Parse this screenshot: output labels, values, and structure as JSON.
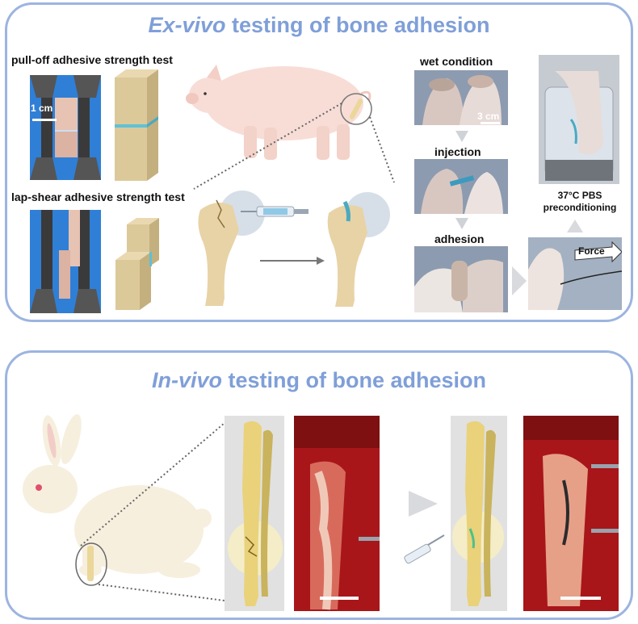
{
  "exvivo": {
    "title_italic": "Ex-vivo",
    "title_rest": " testing of bone adhesion",
    "pull_off_label": "pull-off adhesive strength test",
    "lap_shear_label": "lap-shear adhesive strength test",
    "scale_1cm": "1 cm",
    "scale_3cm": "3 cm",
    "wet_label": "wet condition",
    "injection_label": "injection",
    "adhesion_label": "adhesion",
    "pbs_label_line1": "37°C PBS",
    "pbs_label_line2": "preconditioning",
    "force_label": "Force"
  },
  "invivo": {
    "title_italic": "In-vivo",
    "title_rest": " testing of bone adhesion"
  },
  "colors": {
    "frame": "#9cb4e0",
    "title": "#7f9fd8",
    "test_bg": "#2f7fd6",
    "scaffold": "#dcc99a",
    "adhesive": "#5fc1d4",
    "bone": "#e8d3a6",
    "pig": "#f8ddd6",
    "tissue": "#a8161a"
  }
}
